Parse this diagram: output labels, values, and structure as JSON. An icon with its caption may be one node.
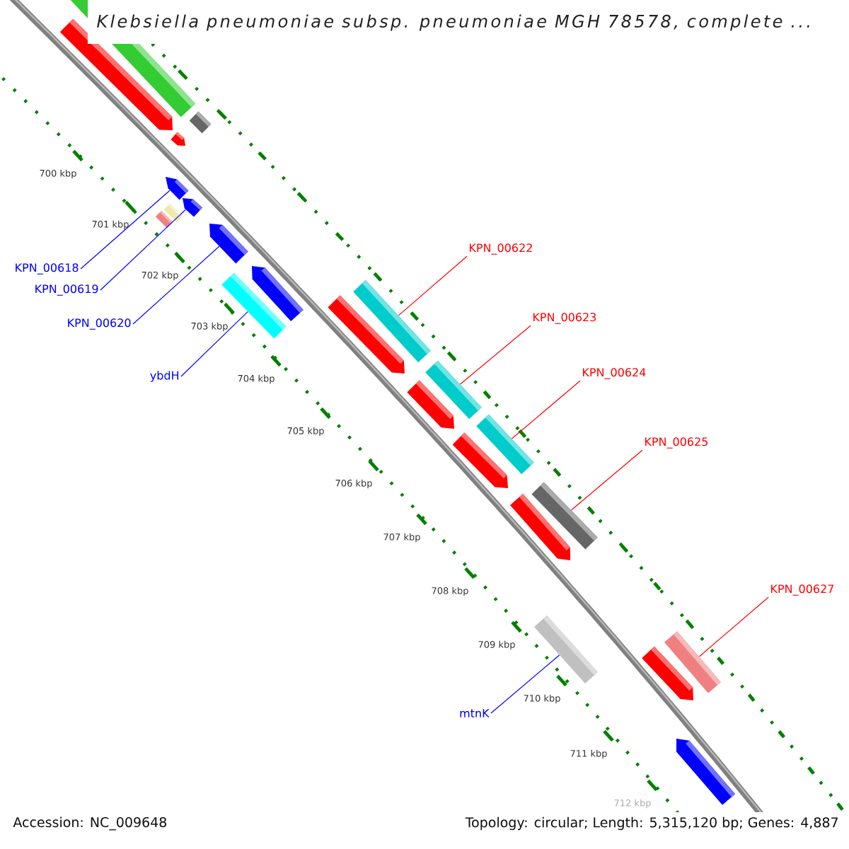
{
  "diagram": {
    "title": "Klebsiella pneumoniae subsp. pneumoniae MGH 78578, complete ...",
    "nodes": [
      {
        "text": [
          "KPN_00618"
        ]
      },
      {
        "text": [],
        "shape": "arrow"
      },
      {
        "text": [
          "KPN_00619"
        ]
      },
      {
        "text": [],
        "shape": "arrow"
      },
      {
        "text": [
          "KPN_00620"
        ]
      },
      {
        "text": [],
        "shape": "arrow"
      },
      {
        "text": [
          "ybdH"
        ]
      },
      {
        "text": [],
        "shape": "bar"
      },
      {
        "text": [
          "KPN_00622"
        ]
      },
      {
        "text": [],
        "shape": "bar"
      },
      {
        "text": [
          "KPN_00623"
        ]
      },
      {
        "text": [],
        "shape": "bar"
      },
      {
        "text": [
          "KPN_00624"
        ]
      },
      {
        "text": [],
        "shape": "bar"
      },
      {
        "text": [
          "KPN_00625"
        ]
      },
      {
        "text": [],
        "shape": "bar"
      },
      {
        "text": [
          "mtnK"
        ]
      },
      {
        "text": [],
        "shape": "bar"
      },
      {
        "text": [
          "KPN_00627"
        ]
      },
      {
        "text": [],
        "shape": "bar"
      }
    ],
    "edges": [
      {
        "from": 0,
        "to": 1,
        "arrow": "none",
        "color": "#0000ff"
      },
      {
        "from": 2,
        "to": 3,
        "arrow": "none",
        "color": "#0000ff"
      },
      {
        "from": 4,
        "to": 5,
        "arrow": "none",
        "color": "#0000ff"
      },
      {
        "from": 6,
        "to": 7,
        "arrow": "none",
        "color": "#0000ff"
      },
      {
        "from": 8,
        "to": 9,
        "arrow": "none",
        "color": "#ff0000"
      },
      {
        "from": 10,
        "to": 11,
        "arrow": "none",
        "color": "#ff0000"
      },
      {
        "from": 12,
        "to": 13,
        "arrow": "none",
        "color": "#ff0000"
      },
      {
        "from": 14,
        "to": 15,
        "arrow": "none",
        "color": "#ff0000"
      },
      {
        "from": 16,
        "to": 17,
        "arrow": "none",
        "color": "#0000ff"
      },
      {
        "from": 18,
        "to": 19,
        "arrow": "none",
        "color": "#ff0000"
      }
    ],
    "labels": [
      "700 kbp",
      "701 kbp",
      "702 kbp",
      "703 kbp",
      "704 kbp",
      "705 kbp",
      "706 kbp",
      "707 kbp",
      "708 kbp",
      "709 kbp",
      "710 kbp",
      "711 kbp",
      "712 kbp",
      "Accession: NC_009648",
      "Topology: circular; Length: 5,315,120 bp; Genes: 4,887"
    ]
  }
}
